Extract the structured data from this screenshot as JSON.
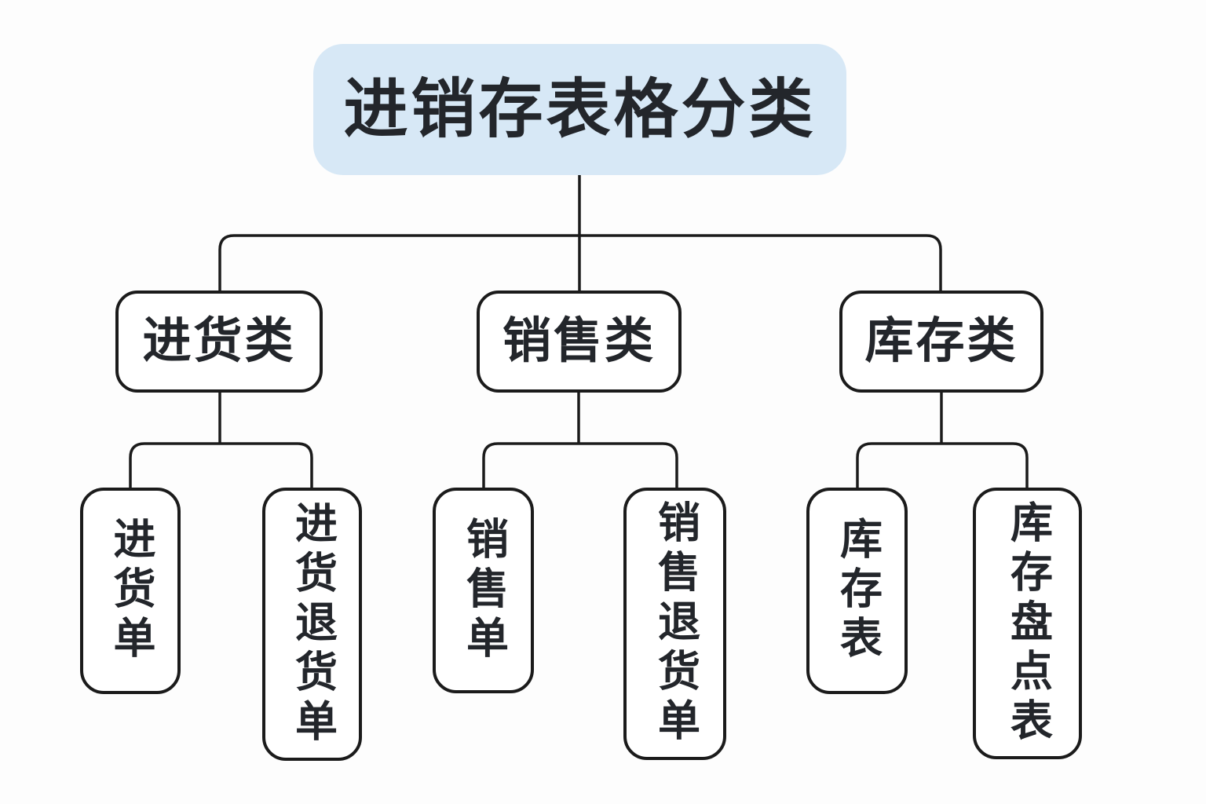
{
  "diagram": {
    "title": "进销存表格分类",
    "root": {
      "label": "进销存表格分类"
    },
    "branches": [
      {
        "label": "进货类",
        "children": [
          {
            "label": "进货单"
          },
          {
            "label": "进货退货单"
          }
        ]
      },
      {
        "label": "销售类",
        "children": [
          {
            "label": "销售单"
          },
          {
            "label": "销售退货单"
          }
        ]
      },
      {
        "label": "库存类",
        "children": [
          {
            "label": "库存表"
          },
          {
            "label": "库存盘点表"
          }
        ]
      }
    ],
    "colors": {
      "root_fill": "#d7e8f6",
      "node_fill": "#ffffff",
      "border": "#1b1b1b",
      "line": "#1b1b1b",
      "text": "#23262b",
      "background": "#fdfdfd"
    }
  }
}
